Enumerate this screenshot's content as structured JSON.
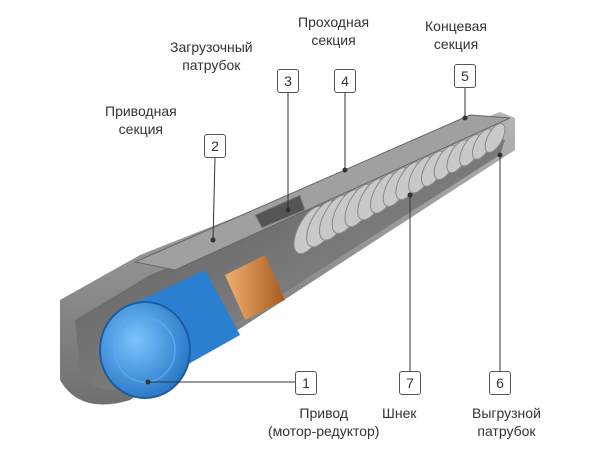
{
  "labels": {
    "drive_section": "Приводная\nсекция",
    "loading_pipe": "Загрузочный\nпатрубок",
    "pass_section": "Проходная\nсекция",
    "end_section": "Концевая\nсекция",
    "drive": "Привод\n(мотор-редуктор)",
    "screw": "Шнек",
    "unloading_pipe": "Выгрузной\nпатрубок"
  },
  "numbers": {
    "n1": "1",
    "n2": "2",
    "n3": "3",
    "n4": "4",
    "n5": "5",
    "n6": "6",
    "n7": "7"
  },
  "colors": {
    "casing": "#8a8a8a",
    "motor": "#2e8fe0",
    "coupling": "#d98a3a",
    "screw": "#c8c8c8"
  }
}
